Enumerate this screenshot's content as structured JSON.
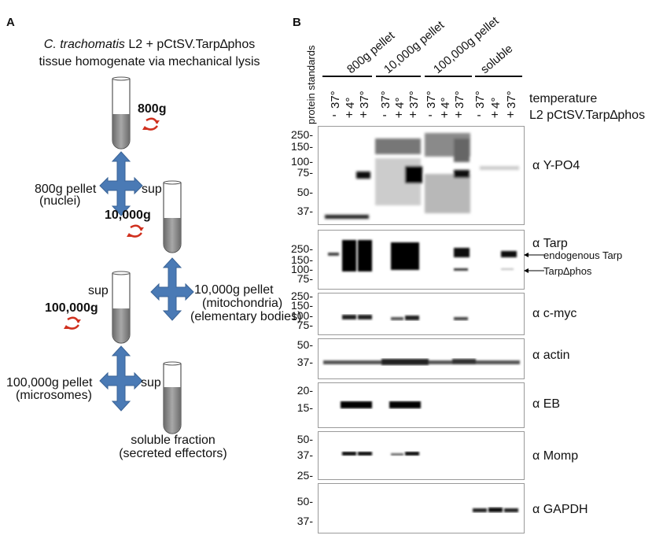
{
  "panel_a": {
    "letter": "A",
    "title_italic": "C. trachomatis",
    "title_rest": " L2 + pCtSV.Tarp∆phos",
    "title_line2": "tissue homogenate via mechanical lysis",
    "spin1": "800g",
    "spin2": "10,000g",
    "spin3": "100,000g",
    "pellet1_line1": "800g pellet",
    "pellet1_line2": "(nuclei)",
    "sup1": "sup",
    "pellet2_line1": "10,000g pellet",
    "pellet2_line2": "(mitochondria)",
    "pellet2_line3": "(elementary bodies)",
    "sup2": "sup",
    "pellet3_line1": "100,000g pellet",
    "pellet3_line2": "(microsomes)",
    "sup3": "sup",
    "final_line1": "soluble fraction",
    "final_line2": "(secreted effectors)",
    "colors": {
      "arrow": "#4a7ab5",
      "spin_arrow": "#d0301e",
      "tube_fill": "#8c8c8c"
    },
    "icons": [
      "test-tube-icon",
      "double-arrow-icon",
      "centrifuge-rotation-icon"
    ]
  },
  "panel_b": {
    "letter": "B",
    "standards_label": "protein standards",
    "fractions": [
      "800g pellet",
      "10,000g pellet",
      "100,000g pellet",
      "soluble"
    ],
    "temperatures": [
      "37°",
      "4°",
      "37°",
      "37°",
      "4°",
      "37°",
      "37°",
      "4°",
      "37°",
      "37°",
      "4°",
      "37°"
    ],
    "temperature_label": "temperature",
    "transformed": [
      "-",
      "+",
      "+",
      "-",
      "+",
      "+",
      "-",
      "+",
      "+",
      "-",
      "+",
      "+"
    ],
    "transformed_label": "L2 pCtSV.Tarp∆phos",
    "blots": [
      {
        "label": "α Y-PO4",
        "markers": [
          "250-",
          "150-",
          "100-",
          "75-",
          "50-",
          "37-"
        ]
      },
      {
        "label": "α Tarp",
        "markers": [
          "250-",
          "150-",
          "100-",
          "75-"
        ],
        "annotations": [
          "endogenous Tarp",
          "Tarp∆phos"
        ]
      },
      {
        "label": "α c-myc",
        "markers": [
          "250-",
          "150-",
          "100-",
          "75-"
        ]
      },
      {
        "label": "α actin",
        "markers": [
          "50-",
          "37-"
        ]
      },
      {
        "label": "α EB",
        "markers": [
          "20-",
          "15-"
        ]
      },
      {
        "label": "α Momp",
        "markers": [
          "50-",
          "37-",
          "25-"
        ]
      },
      {
        "label": "α GAPDH",
        "markers": [
          "50-",
          "37-"
        ]
      }
    ]
  }
}
